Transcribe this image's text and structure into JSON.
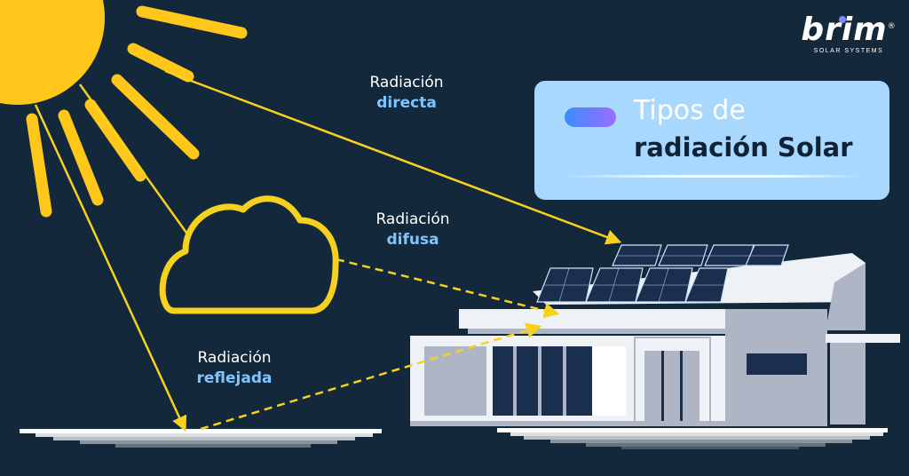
{
  "brand": {
    "name": "brim",
    "registered_mark": "®",
    "tagline": "SOLAR SYSTEMS"
  },
  "title": {
    "line1": "Tipos de",
    "line2": "radiación Solar"
  },
  "labels": {
    "directa": {
      "line1": "Radiación",
      "line2": "directa"
    },
    "difusa": {
      "line1": "Radiación",
      "line2": "difusa"
    },
    "reflejada": {
      "line1": "Radiación",
      "line2": "reflejada"
    }
  },
  "colors": {
    "background": "#13283b",
    "sun": "#ffc71a",
    "arrow": "#f6d11e",
    "label_accent": "#7fc4ff",
    "title_card": "#a9d8ff",
    "house_light": "#eef1f6",
    "house_mid": "#aeb6c6",
    "solar_panel": "#1a2f4d"
  },
  "icons": [
    "sun-icon",
    "cloud-icon",
    "house-illustration",
    "solar-panel-icon"
  ]
}
